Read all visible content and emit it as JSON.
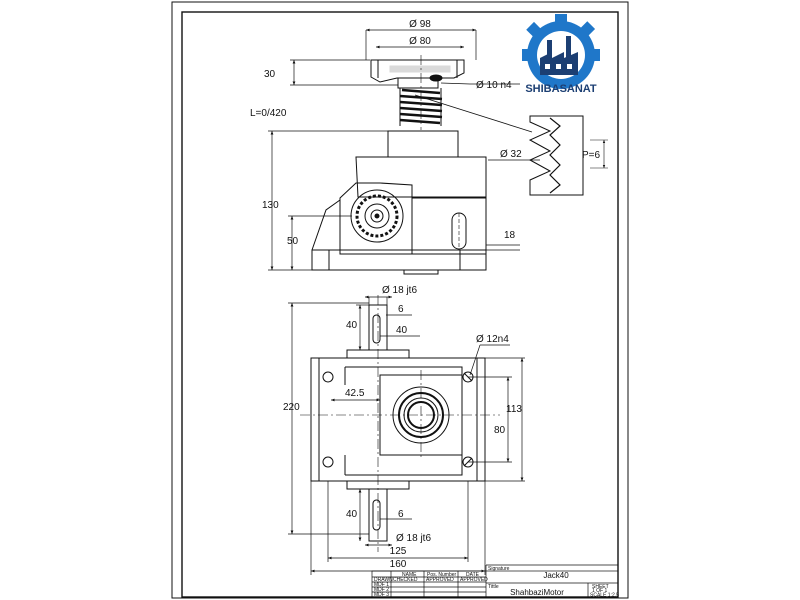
{
  "drawing": {
    "logo_text": "SHIBASANAT",
    "colors": {
      "logo_blue": "#1f77c9",
      "logo_navy": "#1c3f73",
      "line": "#111111"
    },
    "front_view": {
      "dim_d98": "Ø 98",
      "dim_d80": "Ø 80",
      "dim_30": "30",
      "dim_d10": "Ø 10 n4",
      "dim_L": "L=0/420",
      "dim_d32": "Ø 32",
      "dim_P6": "P=6",
      "dim_130": "130",
      "dim_50": "50",
      "dim_18": "18"
    },
    "top_view": {
      "dim_d18_top": "Ø 18 jt6",
      "dim_6_top": "6",
      "dim_40_top_a": "40",
      "dim_40_top_b": "40",
      "dim_d12": "Ø 12n4",
      "dim_220": "220",
      "dim_42_5": "42.5",
      "dim_113": "113",
      "dim_80": "80",
      "dim_40_bot": "40",
      "dim_6_bot": "6",
      "dim_d18_bot": "Ø 18 jt6",
      "dim_125": "125",
      "dim_160": "160"
    },
    "title_block": {
      "name_hdr": "NAME",
      "pos_hdr": "Pos. Number",
      "date_hdr": "DATE",
      "signature_hdr": "Signature",
      "drawn": "DRAWN",
      "checked": "CHECKED",
      "approved1": "APPROVED",
      "approved2": "APPROVED",
      "mdf1": "MDF 1",
      "mdf2": "MDF 2",
      "mdf3": "MDF 3",
      "part_name": "Jack40",
      "title_hdr": "Tittle",
      "company": "ShahbaziMotor",
      "sheet_hdr": "SHEET",
      "sheet_val": "1 OF 1",
      "scale": "SCALE 1:2.5"
    }
  }
}
